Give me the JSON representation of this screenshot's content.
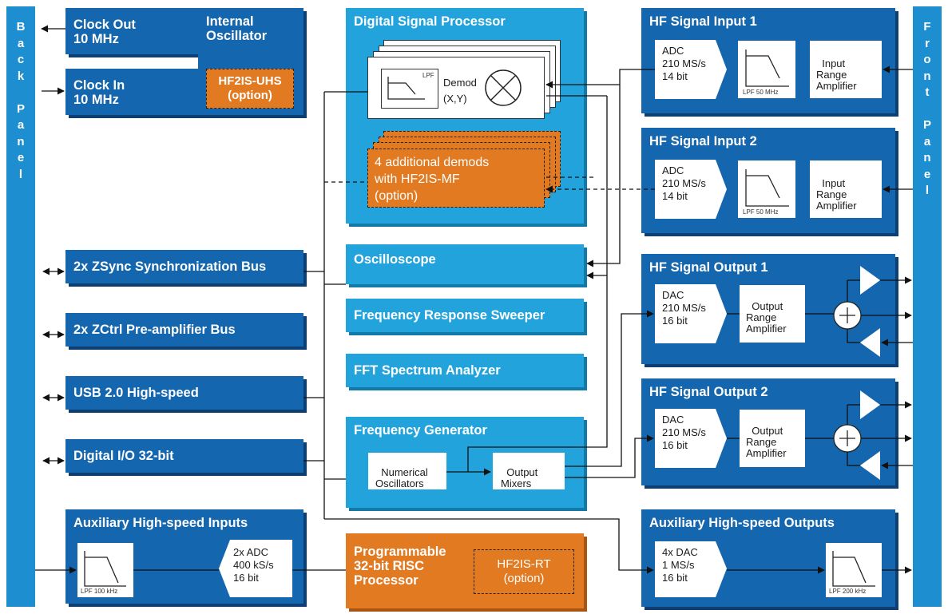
{
  "back_panel": {
    "label": "B\na\nc\nk\n\nP\na\nn\ne\nl"
  },
  "front_panel": {
    "label": "F\nr\no\nn\nt\n\nP\na\nn\ne\nl"
  },
  "clock_out": {
    "label": "Clock Out\n10 MHz"
  },
  "clock_in": {
    "label": "Clock In\n10 MHz"
  },
  "internal_osc": {
    "title": "Internal\nOscillator",
    "option": "HF2IS-UHS\n(option)"
  },
  "zsync": {
    "label": "2x ZSync Synchronization Bus"
  },
  "zctrl": {
    "label": "2x ZCtrl Pre-amplifier Bus"
  },
  "usb": {
    "label": "USB 2.0 High-speed"
  },
  "dio": {
    "label": "Digital I/O 32-bit"
  },
  "aux_in": {
    "title": "Auxiliary High-speed Inputs",
    "adc": "2x ADC\n400 kS/s\n16 bit",
    "lpf_label": "LPF 100 kHz"
  },
  "dsp": {
    "title": "Digital Signal Processor",
    "lpf": "LPF",
    "demod": "Demod\n(X,Y)",
    "additional": "4 additional demods\nwith HF2IS-MF\n(option)"
  },
  "oscilloscope": {
    "label": "Oscilloscope"
  },
  "sweeper": {
    "label": "Frequency Response Sweeper"
  },
  "fft": {
    "label": "FFT Spectrum Analyzer"
  },
  "freq_gen": {
    "title": "Frequency Generator",
    "nco": "Numerical\nOscillators",
    "mixers": "Output\nMixers"
  },
  "risc": {
    "title": "Programmable\n32-bit RISC\nProcessor",
    "option": "HF2IS-RT\n(option)"
  },
  "hf_in1": {
    "title": "HF Signal Input 1",
    "adc": "ADC\n210 MS/s\n14 bit",
    "lpf_label": "LPF 50 MHz",
    "amp": "Input\nRange\nAmplifier"
  },
  "hf_in2": {
    "title": "HF Signal Input 2",
    "adc": "ADC\n210 MS/s\n14 bit",
    "lpf_label": "LPF 50 MHz",
    "amp": "Input\nRange\nAmplifier"
  },
  "hf_out1": {
    "title": "HF Signal Output 1",
    "dac": "DAC\n210 MS/s\n16 bit",
    "amp": "Output\nRange\nAmplifier"
  },
  "hf_out2": {
    "title": "HF Signal Output 2",
    "dac": "DAC\n210 MS/s\n16 bit",
    "amp": "Output\nRange\nAmplifier"
  },
  "aux_out": {
    "title": "Auxiliary High-speed Outputs",
    "dac": "4x DAC\n1 MS/s\n16 bit",
    "lpf_label": "LPF 200 kHz"
  },
  "colors": {
    "dark_blue": "#1466ae",
    "light_blue": "#23a3dc",
    "orange": "#e27a22",
    "panel": "#1d8fd0"
  }
}
